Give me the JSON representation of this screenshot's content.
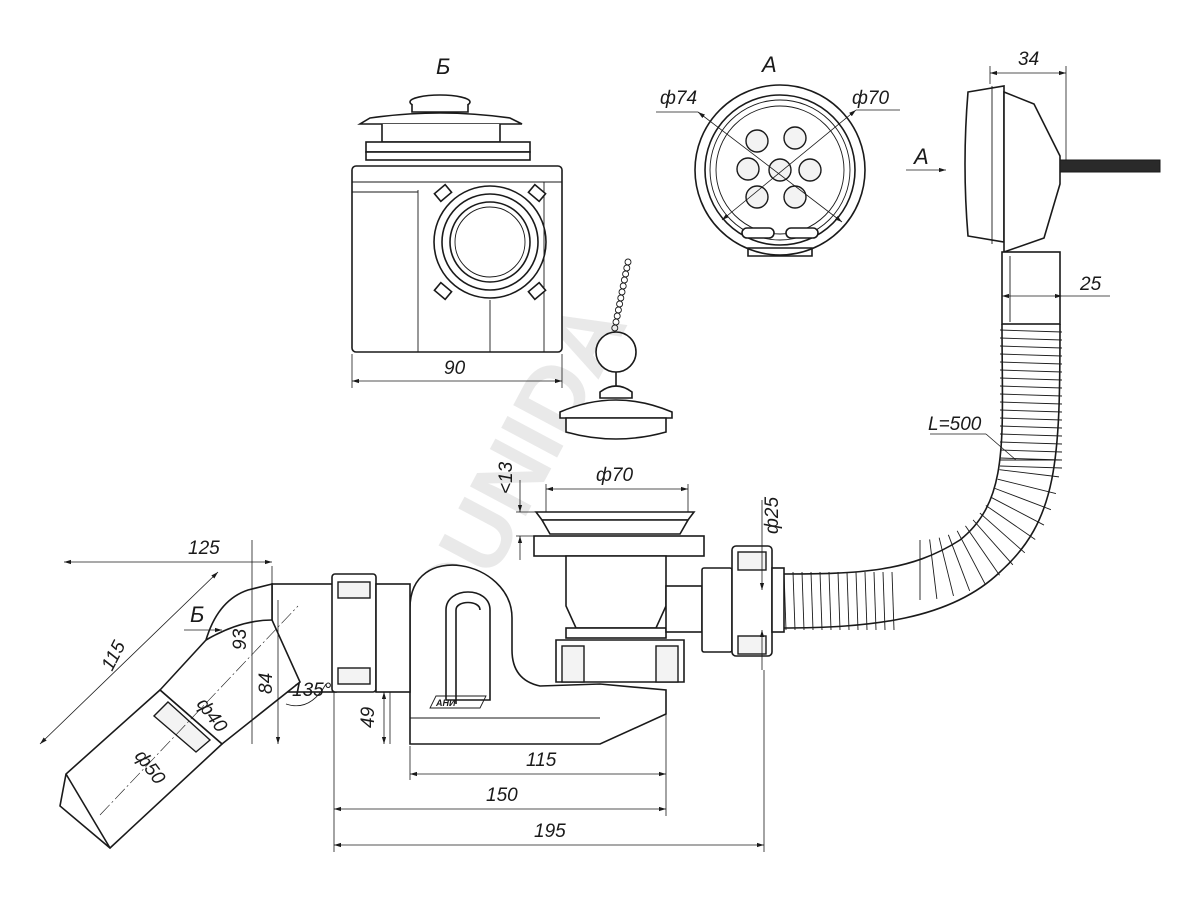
{
  "view_labels": {
    "view_b": "Б",
    "view_a": "А",
    "arrow_a": "А",
    "arrow_b": "Б"
  },
  "dimensions": {
    "d74": "ф74",
    "d70_grid": "ф70",
    "w34": "34",
    "d25_hose": "25",
    "w90": "90",
    "hose_length": "L=500",
    "lt13": "<13",
    "d70_drain": "ф70",
    "d25_outlet": "ф25",
    "l125": "125",
    "l115_diag": "115",
    "h93": "93",
    "h84": "84",
    "ang135": "135°",
    "d40": "ф40",
    "d50": "ф50",
    "h49": "49",
    "l115": "115",
    "l150": "150",
    "l195": "195"
  },
  "watermark": "©UNIDA",
  "logo_text": "АНИ"
}
